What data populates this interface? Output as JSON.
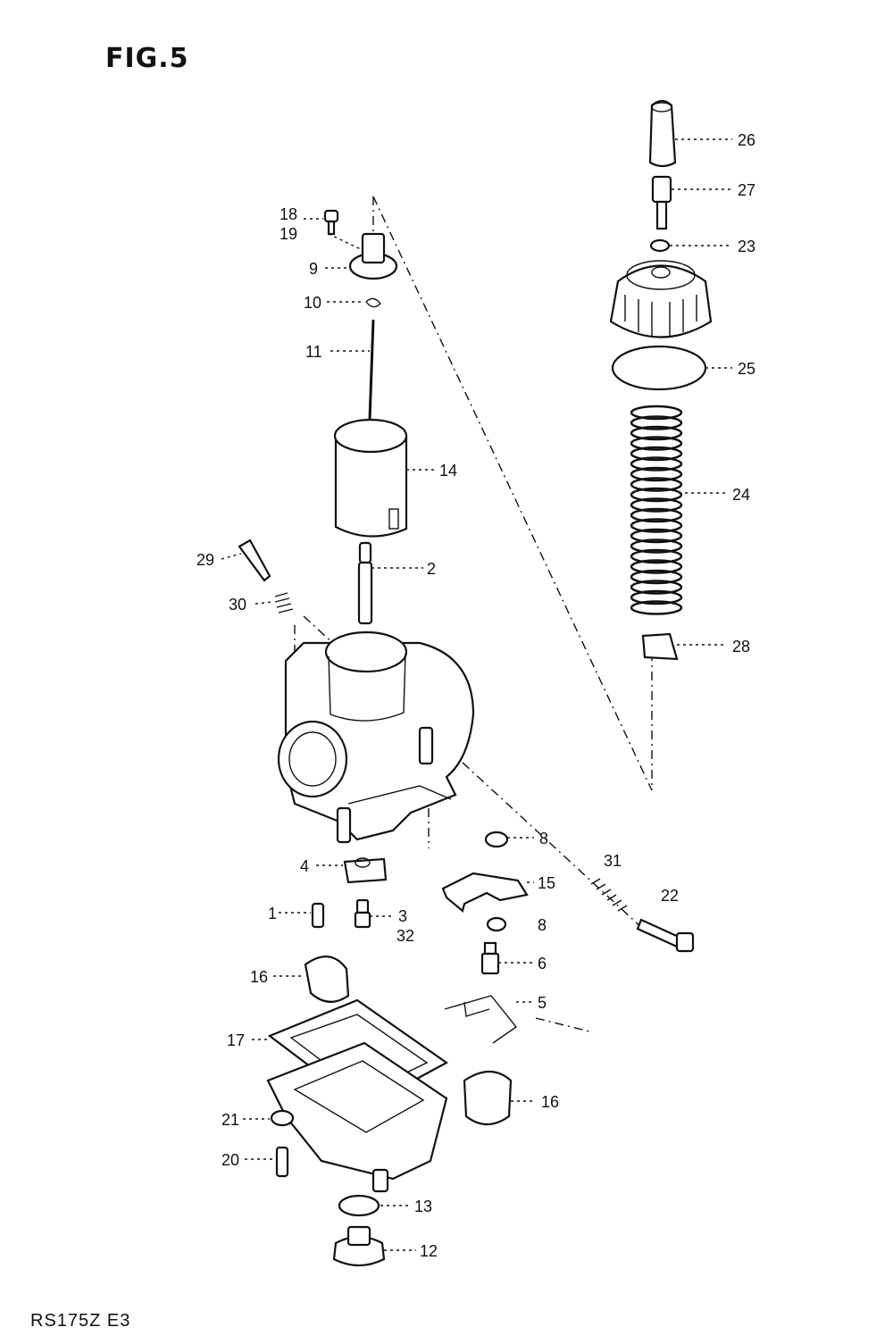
{
  "figure": {
    "title": "FIG.5",
    "model_code": "RS175Z E3"
  },
  "callouts": [
    {
      "id": "c26",
      "text": "26"
    },
    {
      "id": "c27",
      "text": "27"
    },
    {
      "id": "c23",
      "text": "23"
    },
    {
      "id": "c25",
      "text": "25"
    },
    {
      "id": "c24",
      "text": "24"
    },
    {
      "id": "c28",
      "text": "28"
    },
    {
      "id": "c18",
      "text": "18"
    },
    {
      "id": "c19",
      "text": "19"
    },
    {
      "id": "c9",
      "text": "9"
    },
    {
      "id": "c10",
      "text": "10"
    },
    {
      "id": "c11",
      "text": "11"
    },
    {
      "id": "c14",
      "text": "14"
    },
    {
      "id": "c29",
      "text": "29"
    },
    {
      "id": "c2",
      "text": "2"
    },
    {
      "id": "c30",
      "text": "30"
    },
    {
      "id": "c8a",
      "text": "8"
    },
    {
      "id": "c31",
      "text": "31"
    },
    {
      "id": "c4",
      "text": "4"
    },
    {
      "id": "c15",
      "text": "15"
    },
    {
      "id": "c22",
      "text": "22"
    },
    {
      "id": "c1",
      "text": "1"
    },
    {
      "id": "c3",
      "text": "3"
    },
    {
      "id": "c32",
      "text": "32"
    },
    {
      "id": "c8b",
      "text": "8"
    },
    {
      "id": "c6",
      "text": "6"
    },
    {
      "id": "c16a",
      "text": "16"
    },
    {
      "id": "c5",
      "text": "5"
    },
    {
      "id": "c17",
      "text": "17"
    },
    {
      "id": "c16b",
      "text": "16"
    },
    {
      "id": "c21",
      "text": "21"
    },
    {
      "id": "c20",
      "text": "20"
    },
    {
      "id": "c13",
      "text": "13"
    },
    {
      "id": "c12",
      "text": "12"
    }
  ]
}
